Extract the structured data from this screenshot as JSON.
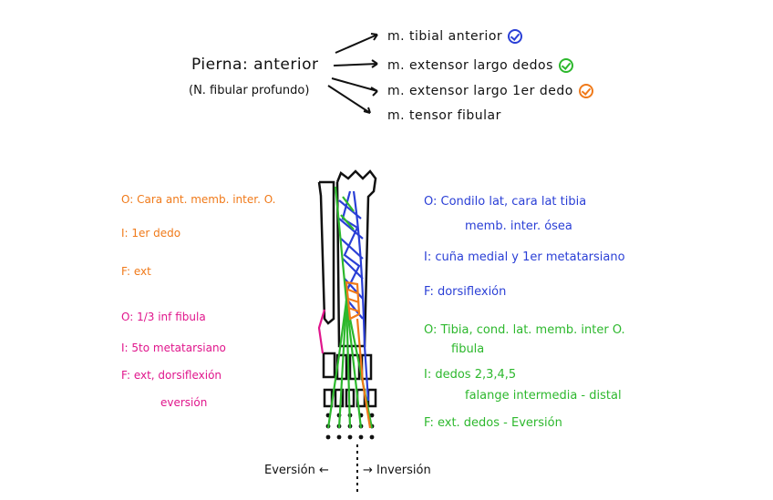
{
  "colors": {
    "blue": "#2a3fd6",
    "green": "#2db82d",
    "orange": "#f07a1a",
    "pink": "#e0168c",
    "black": "#111111"
  },
  "title": {
    "main": "Pierna: anterior",
    "sub": "(N. fibular profundo)"
  },
  "muscles": [
    {
      "label": "m. tibial anterior",
      "check": "blue"
    },
    {
      "label": "m. extensor largo dedos",
      "check": "green"
    },
    {
      "label": "m. extensor largo 1er dedo",
      "check": "orange"
    },
    {
      "label": "m. tensor fibular",
      "check": ""
    }
  ],
  "orange_notes": [
    "O: Cara ant. memb. inter. O.",
    "I: 1er dedo",
    "F: ext"
  ],
  "pink_notes": [
    "O: 1/3 inf fibula",
    "I: 5to metatarsiano",
    "F: ext, dorsiflexión",
    "eversión"
  ],
  "blue_notes": [
    "O: Condilo lat, cara lat tibia",
    "memb. inter. ósea",
    "I: cuña medial y 1er metatarsiano",
    "F: dorsiflexión"
  ],
  "green_notes": [
    "O: Tibia, cond. lat. memb. inter O.",
    "fibula",
    "I: dedos 2,3,4,5",
    "falange intermedia - distal",
    "F: ext. dedos - Eversión"
  ],
  "axis": {
    "left": "Eversión ←",
    "right": "→ Inversión"
  }
}
